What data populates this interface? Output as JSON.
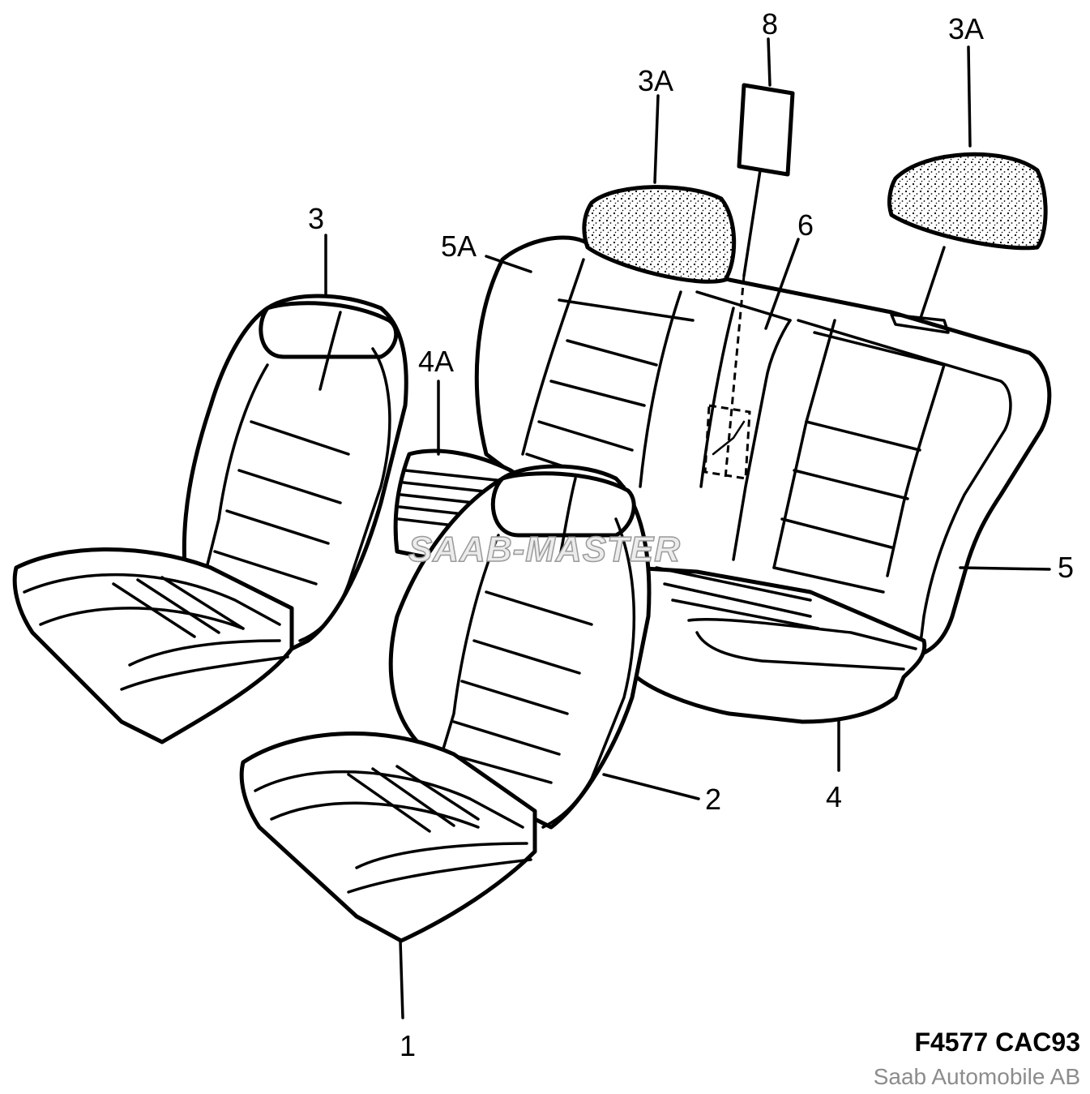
{
  "callouts": {
    "c1": "1",
    "c2": "2",
    "c3": "3",
    "c3a_center": "3A",
    "c3a_right": "3A",
    "c4": "4",
    "c4a": "4A",
    "c5": "5",
    "c5a": "5A",
    "c6": "6",
    "c8": "8"
  },
  "watermark": "SAAB-MASTER",
  "figure_code": "F4577 CAC93",
  "copyright": "Saab Automobile AB",
  "icons": {
    "front_left_seat": "front-left-seat-icon",
    "front_right_seat": "front-right-seat-icon",
    "rear_bench": "rear-bench-seat-icon",
    "headrest": "headrest-icon",
    "armrest": "armrest-icon"
  },
  "colors": {
    "line": "#000000",
    "background": "#ffffff",
    "watermark_fill": "#ececec",
    "watermark_stroke": "#9a9a9a",
    "copyright": "#8c8c8c"
  }
}
